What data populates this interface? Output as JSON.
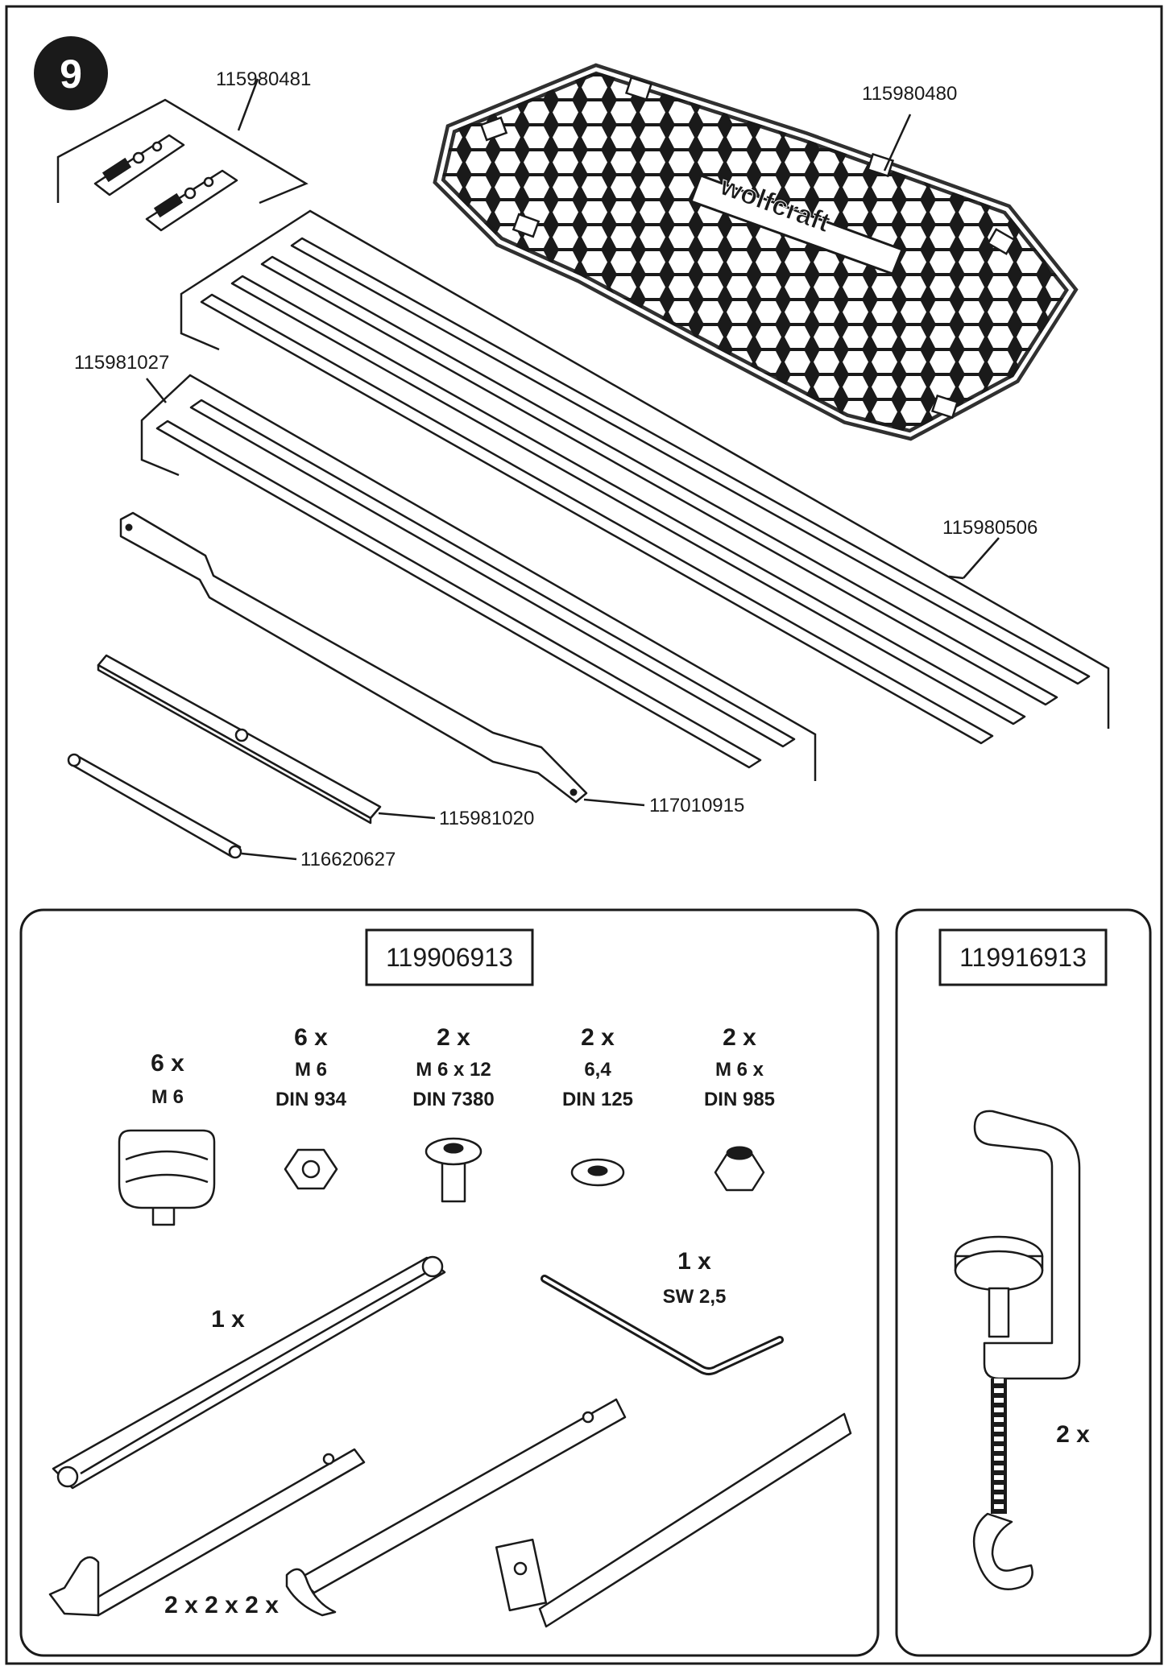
{
  "step_number": "9",
  "logo_text": "wolfcraft",
  "parts": {
    "p115980481": "115980481",
    "p115980480": "115980480",
    "p115981027": "115981027",
    "p115980506": "115980506",
    "p115981020": "115981020",
    "p117010915": "117010915",
    "p116620627": "116620627"
  },
  "kit_left": {
    "code": "119906913",
    "knob": {
      "qty": "6 x",
      "spec1": "M 6"
    },
    "nut": {
      "qty": "6 x",
      "spec1": "M 6",
      "spec2": "DIN 934"
    },
    "screw": {
      "qty": "2 x",
      "spec1": "M 6 x 12",
      "spec2": "DIN 7380"
    },
    "washer": {
      "qty": "2 x",
      "spec1": "6,4",
      "spec2": "DIN 125"
    },
    "locknut": {
      "qty": "2 x",
      "spec1": "M 6 x",
      "spec2": "DIN 985"
    },
    "hexkey": {
      "qty": "1 x",
      "spec1": "SW 2,5"
    },
    "link": {
      "qty": "1 x"
    },
    "brackets": {
      "qty": "2 x 2 x 2 x"
    }
  },
  "kit_right": {
    "code": "119916913",
    "clamp": {
      "qty": "2 x"
    }
  }
}
